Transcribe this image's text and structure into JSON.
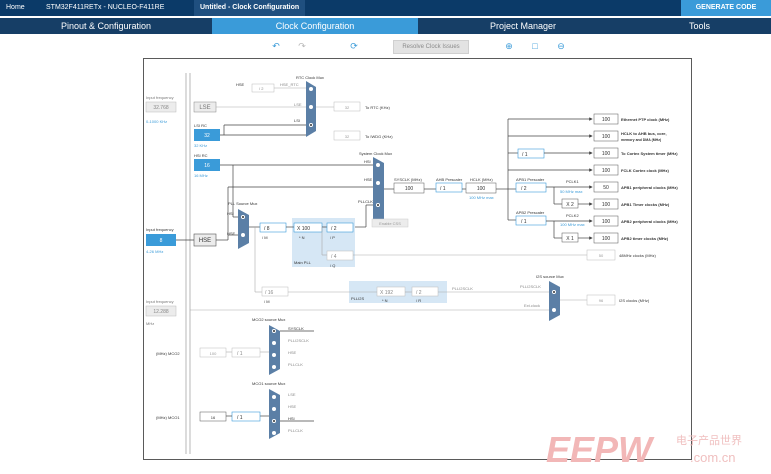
{
  "breadcrumb": {
    "home": "Home",
    "mcu": "STM32F411RETx - NUCLEO-F411RE",
    "file": "Untitled - Clock Configuration"
  },
  "generate_label": "GENERATE CODE",
  "tabs": {
    "pinout": "Pinout & Configuration",
    "clock": "Clock Configuration",
    "project": "Project Manager",
    "tools": "Tools"
  },
  "toolbar": {
    "undo_icon": "undo-icon",
    "redo_icon": "redo-icon",
    "refresh_icon": "refresh-icon",
    "resolve_label": "Resolve Clock Issues",
    "zoom_in_icon": "zoom-in-icon",
    "fit_icon": "fit-icon",
    "zoom_out_icon": "zoom-out-icon"
  },
  "colors": {
    "accent": "#3a9bd9",
    "topbar": "#0b3a68",
    "tabbar": "#163e66",
    "mux": "#5b7fa6",
    "pll_area": "#d6e7f5",
    "osc_box": "#3a9bd9"
  },
  "clock": {
    "lse": {
      "input_label": "Input frequency",
      "input_value": "32.768",
      "range": "0-1000 KHz",
      "name": "LSE"
    },
    "lsi": {
      "title": "LSI RC",
      "value": "32",
      "unit": "32 KHz"
    },
    "hsi": {
      "title": "HSI RC",
      "value": "16",
      "unit": "16 MHz"
    },
    "hse": {
      "input_label": "Input frequency",
      "input_value": "8",
      "range": "4-26 MHz",
      "name": "HSE"
    },
    "rtc": {
      "mux_title": "RTC Clock Mux",
      "hse_div": "/ 2",
      "hse_label": "HSE",
      "hse_rtc_label": "HSE_RTC",
      "lse_label": "LSE",
      "lsi_label": "LSI",
      "rtc_value": "32",
      "rtc_label": "To RTC (KHz)",
      "iwdg_value": "32",
      "iwdg_label": "To IWDG (KHz)"
    },
    "sysmux": {
      "title": "System Clock Mux",
      "hsi": "HSI",
      "hse": "HSE",
      "pllclk": "PLLCLK",
      "css": "Enable CSS"
    },
    "pllsrc": {
      "title": "PLL Source Mux",
      "hsi": "HSI",
      "hse": "HSE"
    },
    "pll": {
      "m": "/ 8",
      "m_label": "/ M",
      "n": "X 100",
      "n_label": "* N",
      "p": "/ 2",
      "p_label": "/ P",
      "q": "/ 4",
      "q_label": "/ Q",
      "area_label": "Main PLL",
      "usb_value": "50",
      "usb_label": "48MHz clocks (MHz)"
    },
    "sysclk": {
      "label": "SYSCLK (MHz)",
      "value": "100"
    },
    "ahb": {
      "label": "AHB Prescaler",
      "value": "/ 1"
    },
    "hclk": {
      "label": "HCLK (MHz)",
      "value": "100",
      "max": "100 MHz max"
    },
    "apb1": {
      "label": "APB1 Prescaler",
      "value": "/ 2",
      "pclk": "PCLK1",
      "max": "50 MHz max",
      "timer_mult": "X 2"
    },
    "apb2": {
      "label": "APB2 Prescaler",
      "value": "/ 1",
      "pclk": "PCLK2",
      "max": "100 MHz max",
      "timer_mult": "X 1"
    },
    "cortex_div": "/ 1",
    "outputs": [
      {
        "value": "100",
        "label": "Ethernet PTP clock (MHz)"
      },
      {
        "value": "100",
        "label": "HCLK to AHB bus, core,"
      },
      {
        "value": "100",
        "label": "To Cortex System timer (MHz)"
      },
      {
        "value": "100",
        "label": "FCLK Cortex clock (MHz)"
      },
      {
        "value": "50",
        "label": "APB1 peripheral clocks (MHz)"
      },
      {
        "value": "100",
        "label": "APB1 Timer clocks (MHz)"
      },
      {
        "value": "100",
        "label": "APB2 peripheral clocks (MHz)"
      },
      {
        "value": "100",
        "label": "APB2 timer clocks (MHz)"
      }
    ],
    "hclk_sub": "memory and DMA (MHz)",
    "plli2s": {
      "m": "/ 16",
      "m_label": "/ M",
      "n": "X 192",
      "n_label": "* N",
      "r": "/ 2",
      "r_label": "/ R",
      "area_label": "PLLI2S",
      "out": "PLLI2SCLK"
    },
    "i2s": {
      "mux_title": "I2S source Mux",
      "plli2sclk": "PLLI2SCLK",
      "ext": "Ext.clock",
      "value": "96",
      "label": "I2S clocks (MHz)"
    },
    "ext_in": {
      "label": "Input frequency",
      "value": "12.288",
      "unit": "MHz"
    },
    "mco2": {
      "title": "MCO2 source Mux",
      "opts": [
        "SYSCLK",
        "PLLI2SCLK",
        "HSE",
        "PLLCLK"
      ],
      "value": "100",
      "div": "/ 1",
      "label": "(MHz) MCO2"
    },
    "mco1": {
      "title": "MCO1 source Mux",
      "opts": [
        "LSE",
        "HSE",
        "HSI",
        "PLLCLK"
      ],
      "value": "16",
      "div": "/ 1",
      "label": "(MHz) MCO1"
    }
  },
  "watermark": {
    "brand": "EEPW",
    "cn": "电子产品世界",
    "url": ".com.cn"
  }
}
